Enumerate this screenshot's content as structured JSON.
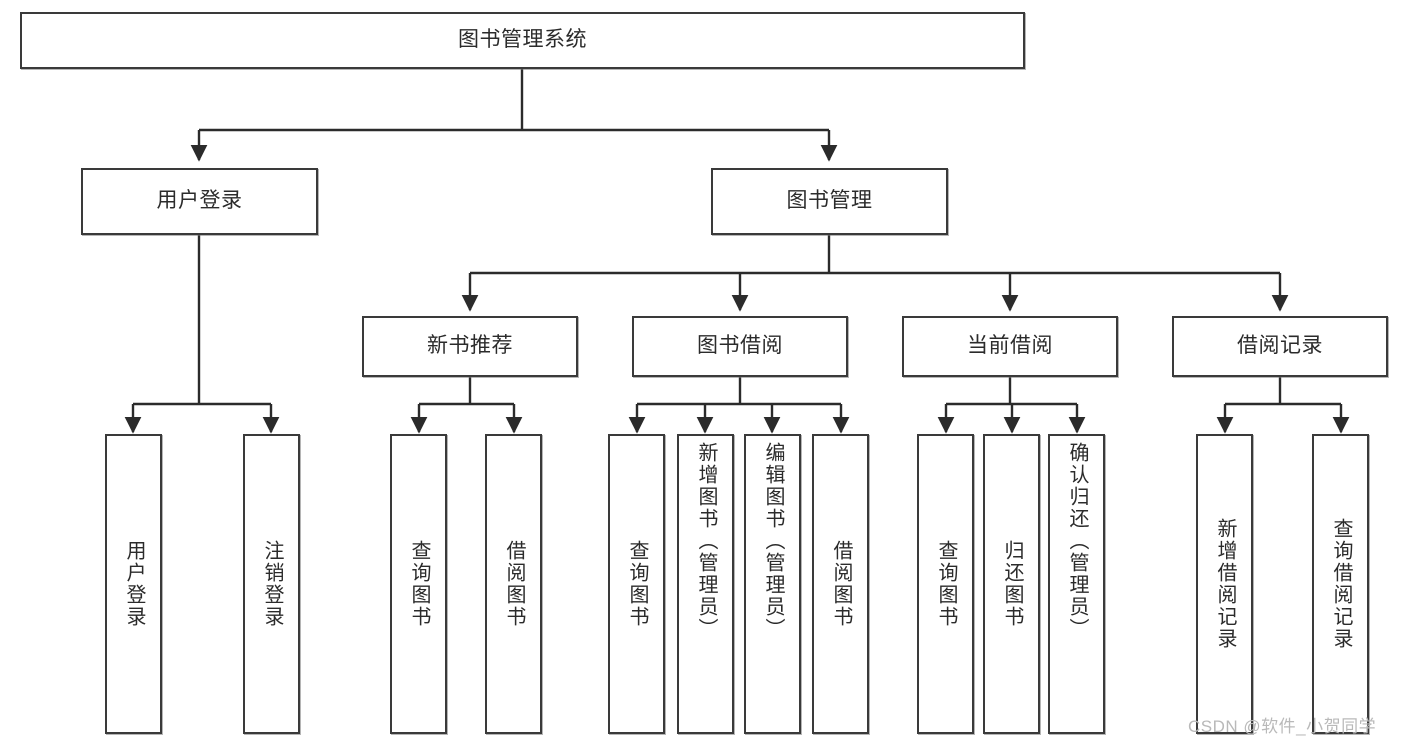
{
  "diagram": {
    "type": "tree",
    "title": "图书管理系统",
    "watermark": "CSDN @软件_小贺同学",
    "colors": {
      "box_border": "#3a3a3a",
      "box_fill": "#ffffff",
      "connector": "#2b2b2b",
      "text": "#2b2b2b",
      "watermark": "#b9b9b9"
    },
    "nodes": {
      "root": {
        "label": "图书管理系统"
      },
      "level2": [
        {
          "id": "user-login",
          "label": "用户登录"
        },
        {
          "id": "book-manage",
          "label": "图书管理"
        }
      ],
      "level3": [
        {
          "id": "new-book-recommend",
          "label": "新书推荐"
        },
        {
          "id": "book-borrow",
          "label": "图书借阅"
        },
        {
          "id": "current-borrow",
          "label": "当前借阅"
        },
        {
          "id": "borrow-record",
          "label": "借阅记录"
        }
      ],
      "leaves": {
        "user-login": [
          {
            "id": "leaf-user-login",
            "label": "用户登录"
          },
          {
            "id": "leaf-logout",
            "label": "注销登录"
          }
        ],
        "new-book-recommend": [
          {
            "id": "leaf-query-book-1",
            "label": "查询图书"
          },
          {
            "id": "leaf-borrow-book-1",
            "label": "借阅图书"
          }
        ],
        "book-borrow": [
          {
            "id": "leaf-query-book-2",
            "label": "查询图书"
          },
          {
            "id": "leaf-add-book",
            "label": "新增图书（管理员）"
          },
          {
            "id": "leaf-edit-book",
            "label": "编辑图书（管理员）"
          },
          {
            "id": "leaf-borrow-book-2",
            "label": "借阅图书"
          }
        ],
        "current-borrow": [
          {
            "id": "leaf-query-book-3",
            "label": "查询图书"
          },
          {
            "id": "leaf-return-book",
            "label": "归还图书"
          },
          {
            "id": "leaf-confirm-return",
            "label": "确认归还（管理员）"
          }
        ],
        "borrow-record": [
          {
            "id": "leaf-add-record",
            "label": "新增借阅记录"
          },
          {
            "id": "leaf-query-record",
            "label": "查询借阅记录"
          }
        ]
      }
    }
  }
}
